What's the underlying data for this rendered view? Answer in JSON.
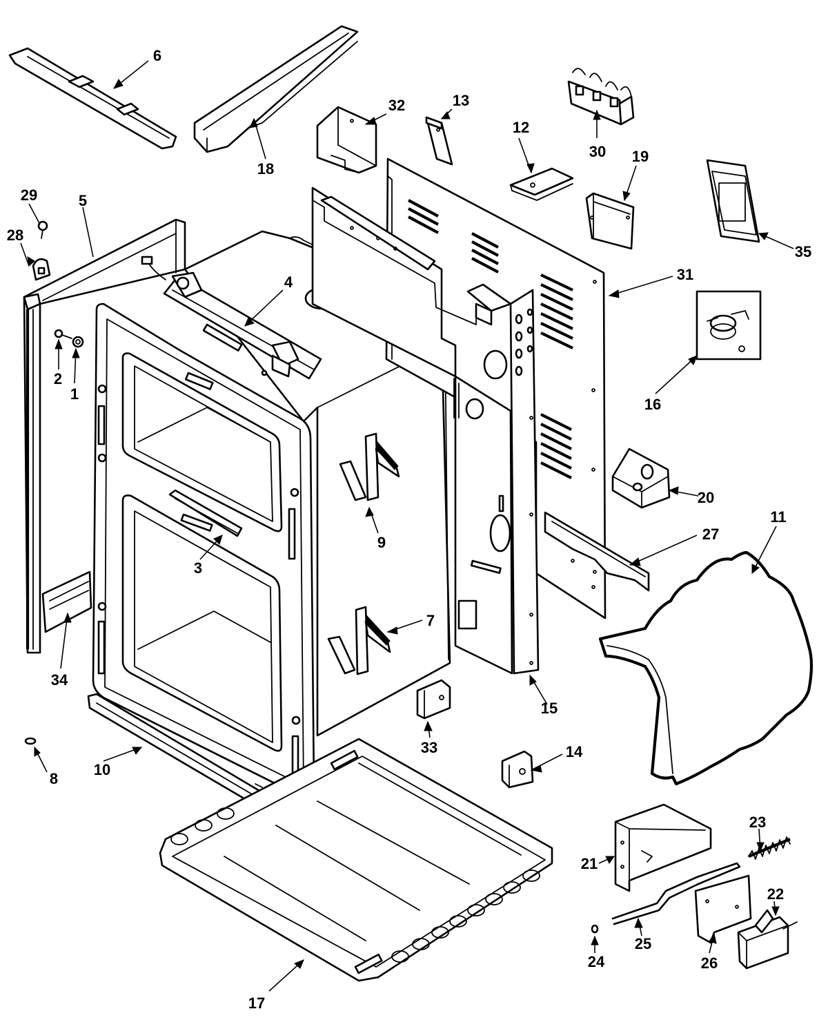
{
  "callouts": [
    {
      "id": "1",
      "label": "1"
    },
    {
      "id": "2",
      "label": "2"
    },
    {
      "id": "3",
      "label": "3"
    },
    {
      "id": "4",
      "label": "4"
    },
    {
      "id": "5",
      "label": "5"
    },
    {
      "id": "6",
      "label": "6"
    },
    {
      "id": "7",
      "label": "7"
    },
    {
      "id": "8",
      "label": "8"
    },
    {
      "id": "9",
      "label": "9"
    },
    {
      "id": "10",
      "label": "10"
    },
    {
      "id": "11",
      "label": "11"
    },
    {
      "id": "12",
      "label": "12"
    },
    {
      "id": "13",
      "label": "13"
    },
    {
      "id": "14",
      "label": "14"
    },
    {
      "id": "15",
      "label": "15"
    },
    {
      "id": "16",
      "label": "16"
    },
    {
      "id": "17",
      "label": "17"
    },
    {
      "id": "18",
      "label": "18"
    },
    {
      "id": "19",
      "label": "19"
    },
    {
      "id": "20",
      "label": "20"
    },
    {
      "id": "21",
      "label": "21"
    },
    {
      "id": "22",
      "label": "22"
    },
    {
      "id": "23",
      "label": "23"
    },
    {
      "id": "24",
      "label": "24"
    },
    {
      "id": "25",
      "label": "25"
    },
    {
      "id": "26",
      "label": "26"
    },
    {
      "id": "27",
      "label": "27"
    },
    {
      "id": "28",
      "label": "28"
    },
    {
      "id": "29",
      "label": "29"
    },
    {
      "id": "30",
      "label": "30"
    },
    {
      "id": "31",
      "label": "31"
    },
    {
      "id": "32",
      "label": "32"
    },
    {
      "id": "33",
      "label": "33"
    },
    {
      "id": "34",
      "label": "34"
    },
    {
      "id": "35",
      "label": "35"
    }
  ],
  "colors": {
    "ink": "#000000",
    "paper": "#ffffff"
  }
}
